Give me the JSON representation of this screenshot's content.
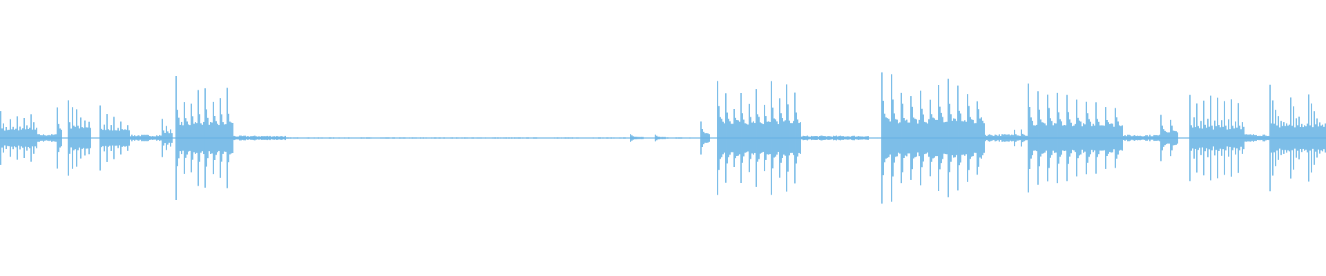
{
  "waveform": {
    "color": "#5dade2",
    "background": "#ffffff",
    "amplitude_max": 1.0,
    "segments": [
      {
        "from": 0.0,
        "to": 0.028,
        "level": 0.44,
        "pulses": 16
      },
      {
        "from": 0.028,
        "to": 0.043,
        "level": 0.05,
        "pulses": 0
      },
      {
        "from": 0.043,
        "to": 0.046,
        "level": 0.46,
        "pulses": 1
      },
      {
        "from": 0.052,
        "to": 0.068,
        "level": 0.58,
        "pulses": 6
      },
      {
        "from": 0.075,
        "to": 0.097,
        "level": 0.41,
        "pulses": 9
      },
      {
        "from": 0.097,
        "to": 0.122,
        "level": 0.04,
        "pulses": 0
      },
      {
        "from": 0.122,
        "to": 0.13,
        "level": 0.29,
        "pulses": 3
      },
      {
        "from": 0.133,
        "to": 0.176,
        "level": 0.78,
        "pulses": 8
      },
      {
        "from": 0.176,
        "to": 0.215,
        "level": 0.03,
        "pulses": 0
      },
      {
        "from": 0.215,
        "to": 0.476,
        "level": 0.008,
        "pulses": 0
      },
      {
        "from": 0.476,
        "to": 0.485,
        "level": 0.05,
        "pulses": 1
      },
      {
        "from": 0.494,
        "to": 0.502,
        "level": 0.05,
        "pulses": 1
      },
      {
        "from": 0.502,
        "to": 0.52,
        "level": 0.008,
        "pulses": 0
      },
      {
        "from": 0.529,
        "to": 0.535,
        "level": 0.23,
        "pulses": 1
      },
      {
        "from": 0.541,
        "to": 0.604,
        "level": 0.86,
        "pulses": 11
      },
      {
        "from": 0.604,
        "to": 0.655,
        "level": 0.03,
        "pulses": 0
      },
      {
        "from": 0.665,
        "to": 0.742,
        "level": 0.92,
        "pulses": 11
      },
      {
        "from": 0.742,
        "to": 0.765,
        "level": 0.05,
        "pulses": 0
      },
      {
        "from": 0.765,
        "to": 0.775,
        "level": 0.13,
        "pulses": 2
      },
      {
        "from": 0.775,
        "to": 0.846,
        "level": 0.72,
        "pulses": 10
      },
      {
        "from": 0.846,
        "to": 0.876,
        "level": 0.04,
        "pulses": 0
      },
      {
        "from": 0.876,
        "to": 0.888,
        "level": 0.35,
        "pulses": 2
      },
      {
        "from": 0.897,
        "to": 0.938,
        "level": 0.54,
        "pulses": 16
      },
      {
        "from": 0.938,
        "to": 0.958,
        "level": 0.05,
        "pulses": 0
      },
      {
        "from": 0.958,
        "to": 0.999,
        "level": 0.66,
        "pulses": 22
      }
    ]
  }
}
